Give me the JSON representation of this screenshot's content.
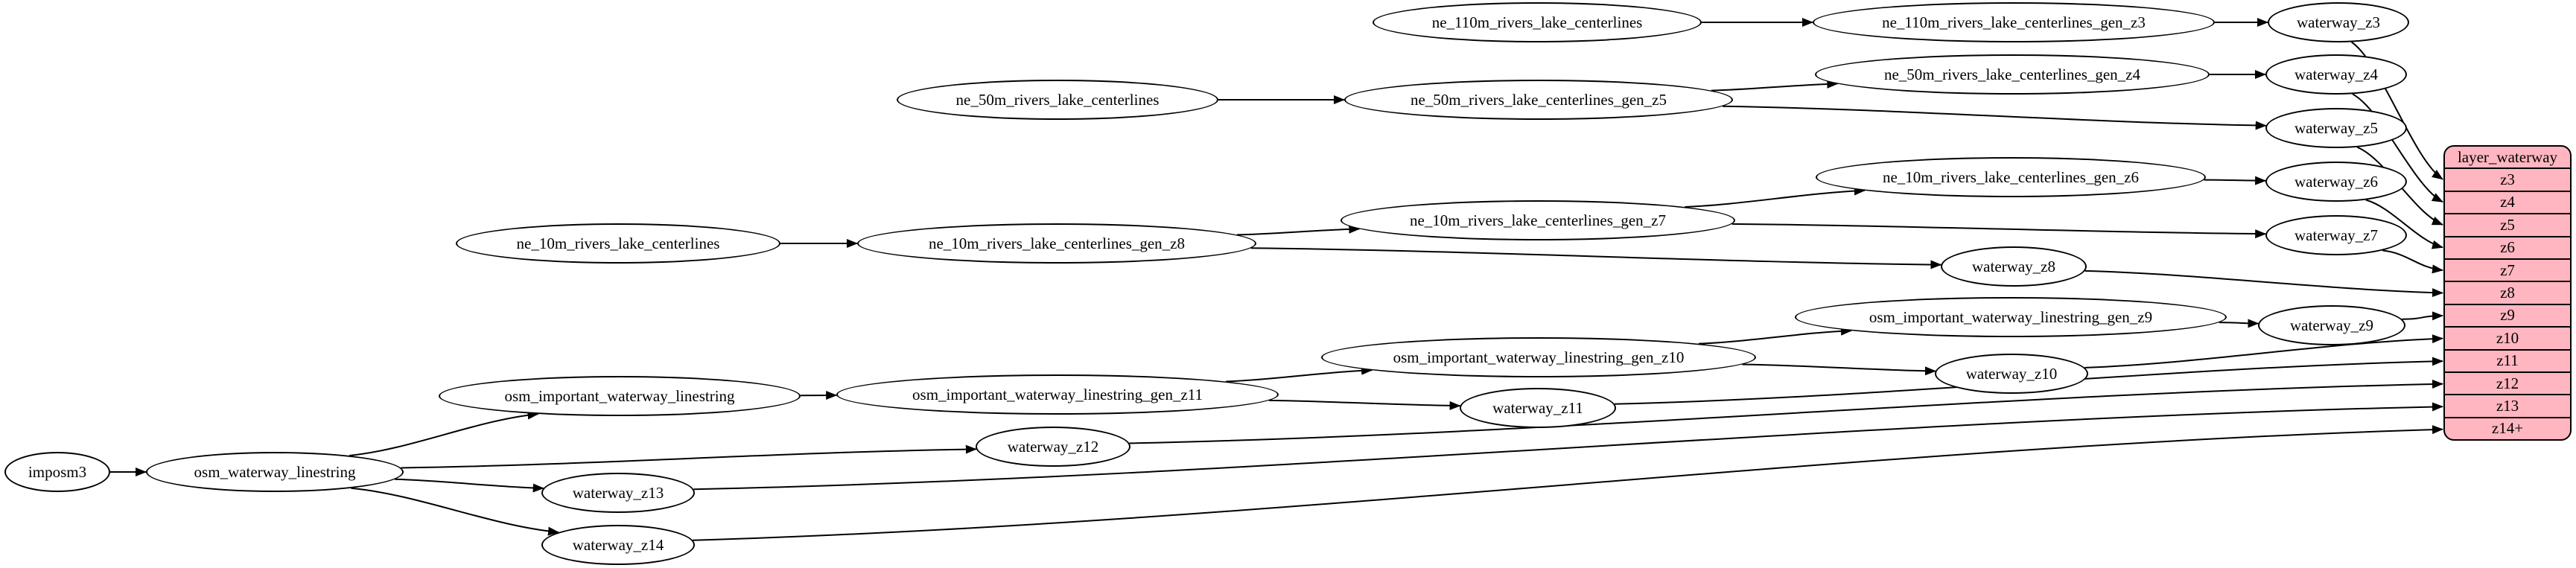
{
  "colors": {
    "background": "#ffffff",
    "node_fill": "#ffffff",
    "node_stroke": "#000000",
    "edge": "#000000",
    "layer_fill": "#ffb6c1",
    "text": "#000000"
  },
  "nodes": [
    {
      "id": "imposm3",
      "label": "imposm3"
    },
    {
      "id": "osm_waterway_linestring",
      "label": "osm_waterway_linestring"
    },
    {
      "id": "osm_important_waterway_linestring",
      "label": "osm_important_waterway_linestring"
    },
    {
      "id": "osm_important_waterway_linestring_gen_z11",
      "label": "osm_important_waterway_linestring_gen_z11"
    },
    {
      "id": "osm_important_waterway_linestring_gen_z10",
      "label": "osm_important_waterway_linestring_gen_z10"
    },
    {
      "id": "osm_important_waterway_linestring_gen_z9",
      "label": "osm_important_waterway_linestring_gen_z9"
    },
    {
      "id": "ne_110m_rivers_lake_centerlines",
      "label": "ne_110m_rivers_lake_centerlines"
    },
    {
      "id": "ne_110m_rivers_lake_centerlines_gen_z3",
      "label": "ne_110m_rivers_lake_centerlines_gen_z3"
    },
    {
      "id": "ne_50m_rivers_lake_centerlines",
      "label": "ne_50m_rivers_lake_centerlines"
    },
    {
      "id": "ne_50m_rivers_lake_centerlines_gen_z5",
      "label": "ne_50m_rivers_lake_centerlines_gen_z5"
    },
    {
      "id": "ne_50m_rivers_lake_centerlines_gen_z4",
      "label": "ne_50m_rivers_lake_centerlines_gen_z4"
    },
    {
      "id": "ne_10m_rivers_lake_centerlines",
      "label": "ne_10m_rivers_lake_centerlines"
    },
    {
      "id": "ne_10m_rivers_lake_centerlines_gen_z8",
      "label": "ne_10m_rivers_lake_centerlines_gen_z8"
    },
    {
      "id": "ne_10m_rivers_lake_centerlines_gen_z7",
      "label": "ne_10m_rivers_lake_centerlines_gen_z7"
    },
    {
      "id": "ne_10m_rivers_lake_centerlines_gen_z6",
      "label": "ne_10m_rivers_lake_centerlines_gen_z6"
    },
    {
      "id": "waterway_z3",
      "label": "waterway_z3"
    },
    {
      "id": "waterway_z4",
      "label": "waterway_z4"
    },
    {
      "id": "waterway_z5",
      "label": "waterway_z5"
    },
    {
      "id": "waterway_z6",
      "label": "waterway_z6"
    },
    {
      "id": "waterway_z7",
      "label": "waterway_z7"
    },
    {
      "id": "waterway_z8",
      "label": "waterway_z8"
    },
    {
      "id": "waterway_z9",
      "label": "waterway_z9"
    },
    {
      "id": "waterway_z10",
      "label": "waterway_z10"
    },
    {
      "id": "waterway_z11",
      "label": "waterway_z11"
    },
    {
      "id": "waterway_z12",
      "label": "waterway_z12"
    },
    {
      "id": "waterway_z13",
      "label": "waterway_z13"
    },
    {
      "id": "waterway_z14",
      "label": "waterway_z14"
    }
  ],
  "layer_table": {
    "title": "layer_waterway",
    "rows": [
      "z3",
      "z4",
      "z5",
      "z6",
      "z7",
      "z8",
      "z9",
      "z10",
      "z11",
      "z12",
      "z13",
      "z14+"
    ]
  },
  "edges": [
    {
      "from": "imposm3",
      "to": "osm_waterway_linestring"
    },
    {
      "from": "osm_waterway_linestring",
      "to": "osm_important_waterway_linestring"
    },
    {
      "from": "osm_waterway_linestring",
      "to": "waterway_z12"
    },
    {
      "from": "osm_waterway_linestring",
      "to": "waterway_z13"
    },
    {
      "from": "osm_waterway_linestring",
      "to": "waterway_z14"
    },
    {
      "from": "osm_important_waterway_linestring",
      "to": "osm_important_waterway_linestring_gen_z11"
    },
    {
      "from": "osm_important_waterway_linestring_gen_z11",
      "to": "osm_important_waterway_linestring_gen_z10"
    },
    {
      "from": "osm_important_waterway_linestring_gen_z10",
      "to": "osm_important_waterway_linestring_gen_z9"
    },
    {
      "from": "osm_important_waterway_linestring_gen_z11",
      "to": "waterway_z11"
    },
    {
      "from": "osm_important_waterway_linestring_gen_z10",
      "to": "waterway_z10"
    },
    {
      "from": "osm_important_waterway_linestring_gen_z9",
      "to": "waterway_z9"
    },
    {
      "from": "ne_110m_rivers_lake_centerlines",
      "to": "ne_110m_rivers_lake_centerlines_gen_z3"
    },
    {
      "from": "ne_110m_rivers_lake_centerlines_gen_z3",
      "to": "waterway_z3"
    },
    {
      "from": "ne_50m_rivers_lake_centerlines",
      "to": "ne_50m_rivers_lake_centerlines_gen_z5"
    },
    {
      "from": "ne_50m_rivers_lake_centerlines_gen_z5",
      "to": "ne_50m_rivers_lake_centerlines_gen_z4"
    },
    {
      "from": "ne_50m_rivers_lake_centerlines_gen_z4",
      "to": "waterway_z4"
    },
    {
      "from": "ne_50m_rivers_lake_centerlines_gen_z5",
      "to": "waterway_z5"
    },
    {
      "from": "ne_10m_rivers_lake_centerlines",
      "to": "ne_10m_rivers_lake_centerlines_gen_z8"
    },
    {
      "from": "ne_10m_rivers_lake_centerlines_gen_z8",
      "to": "ne_10m_rivers_lake_centerlines_gen_z7"
    },
    {
      "from": "ne_10m_rivers_lake_centerlines_gen_z7",
      "to": "ne_10m_rivers_lake_centerlines_gen_z6"
    },
    {
      "from": "ne_10m_rivers_lake_centerlines_gen_z6",
      "to": "waterway_z6"
    },
    {
      "from": "ne_10m_rivers_lake_centerlines_gen_z7",
      "to": "waterway_z7"
    },
    {
      "from": "ne_10m_rivers_lake_centerlines_gen_z8",
      "to": "waterway_z8"
    },
    {
      "from": "waterway_z3",
      "to": "layer_waterway:z3"
    },
    {
      "from": "waterway_z4",
      "to": "layer_waterway:z4"
    },
    {
      "from": "waterway_z5",
      "to": "layer_waterway:z5"
    },
    {
      "from": "waterway_z6",
      "to": "layer_waterway:z6"
    },
    {
      "from": "waterway_z7",
      "to": "layer_waterway:z7"
    },
    {
      "from": "waterway_z8",
      "to": "layer_waterway:z8"
    },
    {
      "from": "waterway_z9",
      "to": "layer_waterway:z9"
    },
    {
      "from": "waterway_z10",
      "to": "layer_waterway:z10"
    },
    {
      "from": "waterway_z11",
      "to": "layer_waterway:z11"
    },
    {
      "from": "waterway_z12",
      "to": "layer_waterway:z12"
    },
    {
      "from": "waterway_z13",
      "to": "layer_waterway:z13"
    },
    {
      "from": "waterway_z14",
      "to": "layer_waterway:z14+"
    }
  ]
}
